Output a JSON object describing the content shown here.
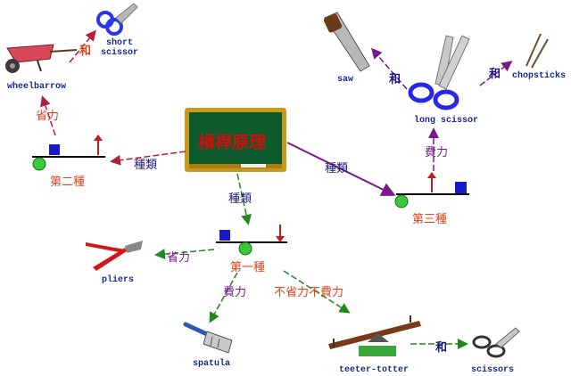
{
  "center": {
    "title": "槓桿原理"
  },
  "first_class": {
    "label": "第一種",
    "save_label": "省力",
    "effort_label": "費力",
    "neither_label": "不省力不費力"
  },
  "second_class": {
    "label": "第二種",
    "save_label": "省力"
  },
  "third_class": {
    "label": "第三種",
    "effort_label": "費力"
  },
  "relation_labels": {
    "kind": "種類",
    "and": "和"
  },
  "examples": {
    "wheelbarrow": "wheelbarrow",
    "short_scissor": "short\nscissor",
    "saw": "saw",
    "long_scissor": "long scissor",
    "chopsticks": "chopsticks",
    "pliers": "pliers",
    "spatula": "spatula",
    "teeter_totter": "teeter-totter",
    "scissors": "scissors"
  },
  "colors": {
    "board_frame": "#c99a1a",
    "board_green": "#0d5a2a",
    "lever_red_arrow": "#c81818",
    "lever_blue_block": "#1818c8",
    "lever_green_ball": "#38c838",
    "arrow_red": "#b0203a",
    "arrow_green": "#1e8a1e",
    "arrow_purple": "#7a1a8a"
  },
  "icons": [
    "chalkboard-icon",
    "wheelbarrow-icon",
    "scissors-icon",
    "saw-icon",
    "chopsticks-icon",
    "pliers-icon",
    "spatula-icon",
    "seesaw-icon"
  ]
}
